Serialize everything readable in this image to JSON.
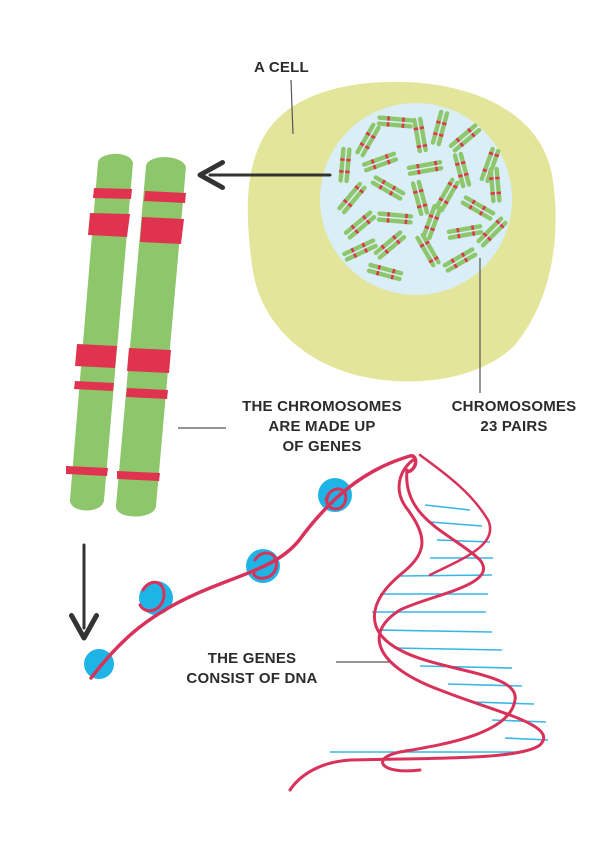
{
  "labels": {
    "cell": "A CELL",
    "chromosomes_made_of_genes": [
      "THE CHROMOSOMES",
      "ARE MADE UP",
      "OF GENES"
    ],
    "chromosome_pairs": [
      "CHROMOSOMES",
      "23 PAIRS"
    ],
    "genes_consist_of_dna": [
      "THE GENES",
      "CONSIST OF DNA"
    ]
  },
  "colors": {
    "cytoplasm": "#e3e69a",
    "nucleus": "#d9eef7",
    "chromosome": "#8ec66b",
    "band": "#e0334f",
    "gene_dot": "#1eb4e6",
    "dna_strand": "#d8325a",
    "dna_rung": "#39b6e4",
    "pointer": "#333333"
  }
}
